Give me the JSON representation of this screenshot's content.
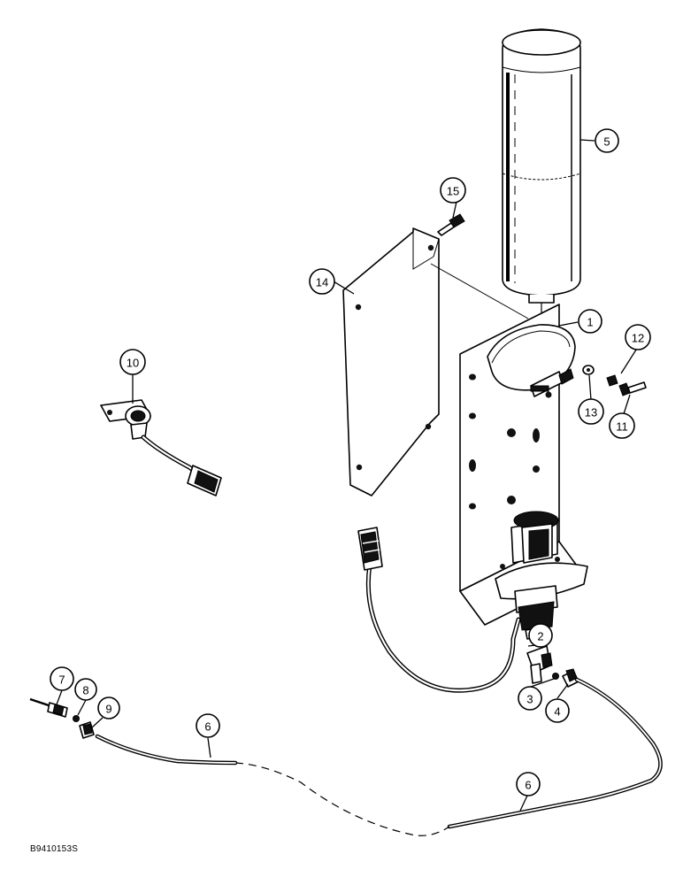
{
  "figure_code": "B9410153S",
  "callouts": [
    "1",
    "2",
    "3",
    "4",
    "5",
    "6",
    "6",
    "7",
    "8",
    "9",
    "10",
    "11",
    "12",
    "13",
    "14",
    "15"
  ],
  "colors": {
    "ink": "#000000",
    "paper": "#ffffff"
  }
}
